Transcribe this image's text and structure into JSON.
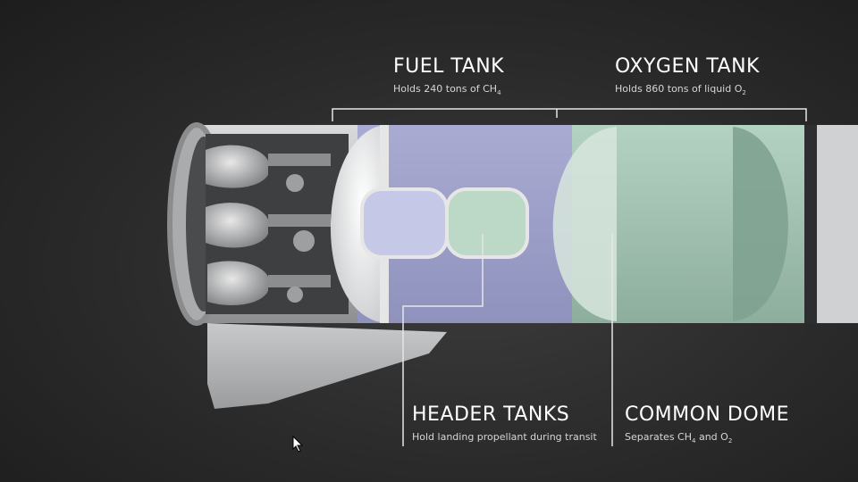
{
  "labels": {
    "fuel_tank": {
      "title": "FUEL TANK",
      "sub_pre": "Holds 240 tons of CH",
      "sub_subscript": "4",
      "sub_post": ""
    },
    "oxygen_tank": {
      "title": "OXYGEN TANK",
      "sub_pre": "Holds 860 tons of liquid O",
      "sub_subscript": "2",
      "sub_post": ""
    },
    "header_tanks": {
      "title": "HEADER TANKS",
      "sub_pre": "Hold landing propellant during transit",
      "sub_subscript": "",
      "sub_post": ""
    },
    "common_dome": {
      "title": "COMMON DOME",
      "sub_pre": "Separates CH",
      "sub_subscript": "4",
      "sub_mid": " and O",
      "sub_subscript2": "2"
    }
  },
  "colors": {
    "background": "#2a2a2a",
    "leader_line": "#e6e6e6",
    "fuel_tank": "#9a9cc8",
    "oxygen_tank": "#9fbfae",
    "hull": "#b9bbbd"
  },
  "icons": [
    "rocket-engine-icon",
    "mouse-cursor-icon"
  ]
}
